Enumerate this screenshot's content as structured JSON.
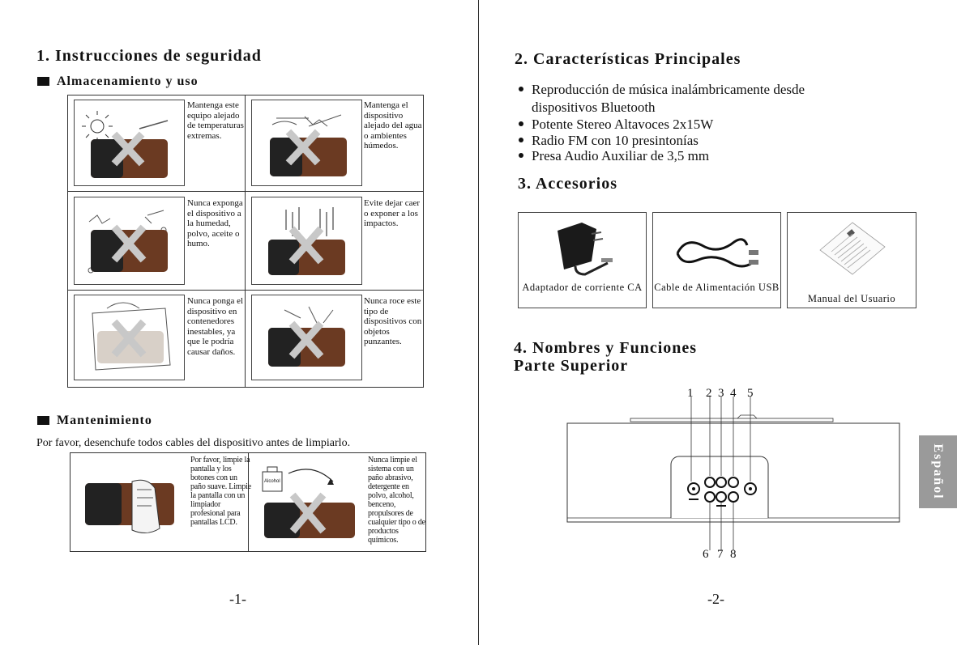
{
  "left": {
    "title": "1. Instrucciones de seguridad",
    "storage_heading": "Almacenamiento y uso",
    "storage_cells": [
      "Mantenga este equipo alejado de temperaturas extremas.",
      "Mantenga el dispositivo alejado del agua o ambientes húmedos.",
      "Nunca exponga el dispositivo a la humedad, polvo, aceite o humo.",
      "Evite dejar caer o exponer a los impactos.",
      "Nunca ponga el dispositivo en contenedores inestables, ya que le podría causar daños.",
      "Nunca roce este tipo de dispositivos con objetos punzantes."
    ],
    "maintenance_heading": "Mantenimiento",
    "maintenance_intro": "Por favor, desenchufe todos cables del dispositivo antes de limpiarlo.",
    "maintenance_cells": [
      "Por favor, limpie la pantalla y los botones con un paño suave. Limpie la pantalla con un limpiador profesional para pantallas LCD.",
      "Nunca limpie el sistema con un paño abrasivo, detergente en polvo, alcohol, benceno, propulsores de cualquier tipo o de productos químicos."
    ],
    "alcohol_label": "Alcohol",
    "page_number": "-1-"
  },
  "right": {
    "features_title": "2. Características Principales",
    "features": [
      "Reproducción de música inalámbricamente desde dispositivos Bluetooth",
      "Potente Stereo Altavoces 2x15W",
      "Radio FM con 10 presintonías",
      "Presa Audio Auxiliar de 3,5 mm"
    ],
    "accessories_title": "3. Accesorios",
    "accessories": [
      "Adaptador de corriente CA",
      "Cable de Alimentación USB",
      "Manual del Usuario"
    ],
    "names_title": "4. Nombres y Funciones",
    "names_subtitle": "Parte Superior",
    "top_numbers": [
      "1",
      "2",
      "3",
      "4",
      "5"
    ],
    "bottom_numbers": [
      "6",
      "7",
      "8"
    ],
    "page_number": "-2-",
    "language_tab": "Español"
  },
  "colors": {
    "tab": "#9a9a9a",
    "wood": "#6b3a22",
    "cross": "#c8c8c8"
  },
  "icons": [
    "sun-icon",
    "cross-mark-icon",
    "power-adapter-icon",
    "usb-cable-icon",
    "manual-icon"
  ]
}
